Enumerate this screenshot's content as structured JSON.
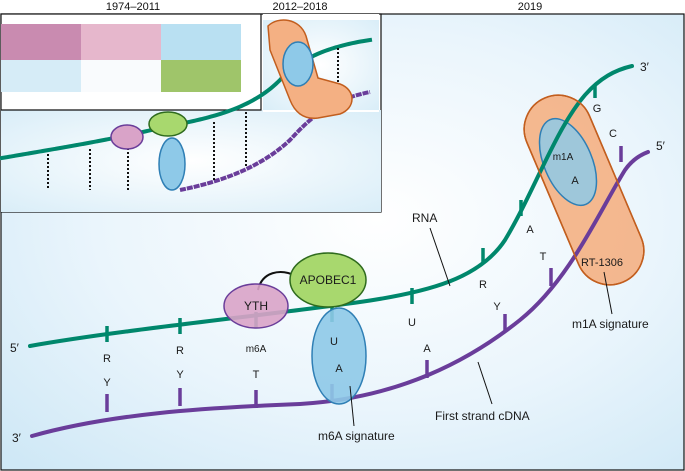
{
  "eras": [
    "1974–2011",
    "2012–2018",
    "2019"
  ],
  "rna_strand": {
    "label": "RNA",
    "end5": "5′",
    "end3": "3′"
  },
  "cdna_strand": {
    "label": "First strand cDNA",
    "end5": "5′",
    "end3": "3′"
  },
  "pairs": [
    {
      "top": "R",
      "bottom": "Y"
    },
    {
      "top": "R",
      "bottom": "Y"
    },
    {
      "top": "m6A",
      "bottom": "T"
    },
    {
      "top": "U",
      "bottom": "A"
    },
    {
      "top": "U",
      "bottom": "A"
    },
    {
      "top": "R",
      "bottom": "Y"
    },
    {
      "top": "A",
      "bottom": "T"
    },
    {
      "top": "G",
      "bottom": "C"
    }
  ],
  "proteins": {
    "yth": "YTH",
    "apobec1": "APOBEC1",
    "rt": "RT-1306"
  },
  "rt_inner": {
    "top": "m1A",
    "bottom": "A"
  },
  "signatures": {
    "m6a": "m6A signature",
    "m1a": "m1A signature"
  },
  "colors": {
    "rna": "#00876c",
    "cdna": "#6a3d9a",
    "yth_fill": "#d9a3c8",
    "apobec_fill": "#a8d86e",
    "blue_oval": "#8ec9e8",
    "rt_fill": "#f4b083",
    "swatches": [
      "#c98bb0",
      "#e6b7cc",
      "#b9e0f2",
      "#d6ecf7",
      "#ffffff",
      "#9fc56a"
    ]
  }
}
